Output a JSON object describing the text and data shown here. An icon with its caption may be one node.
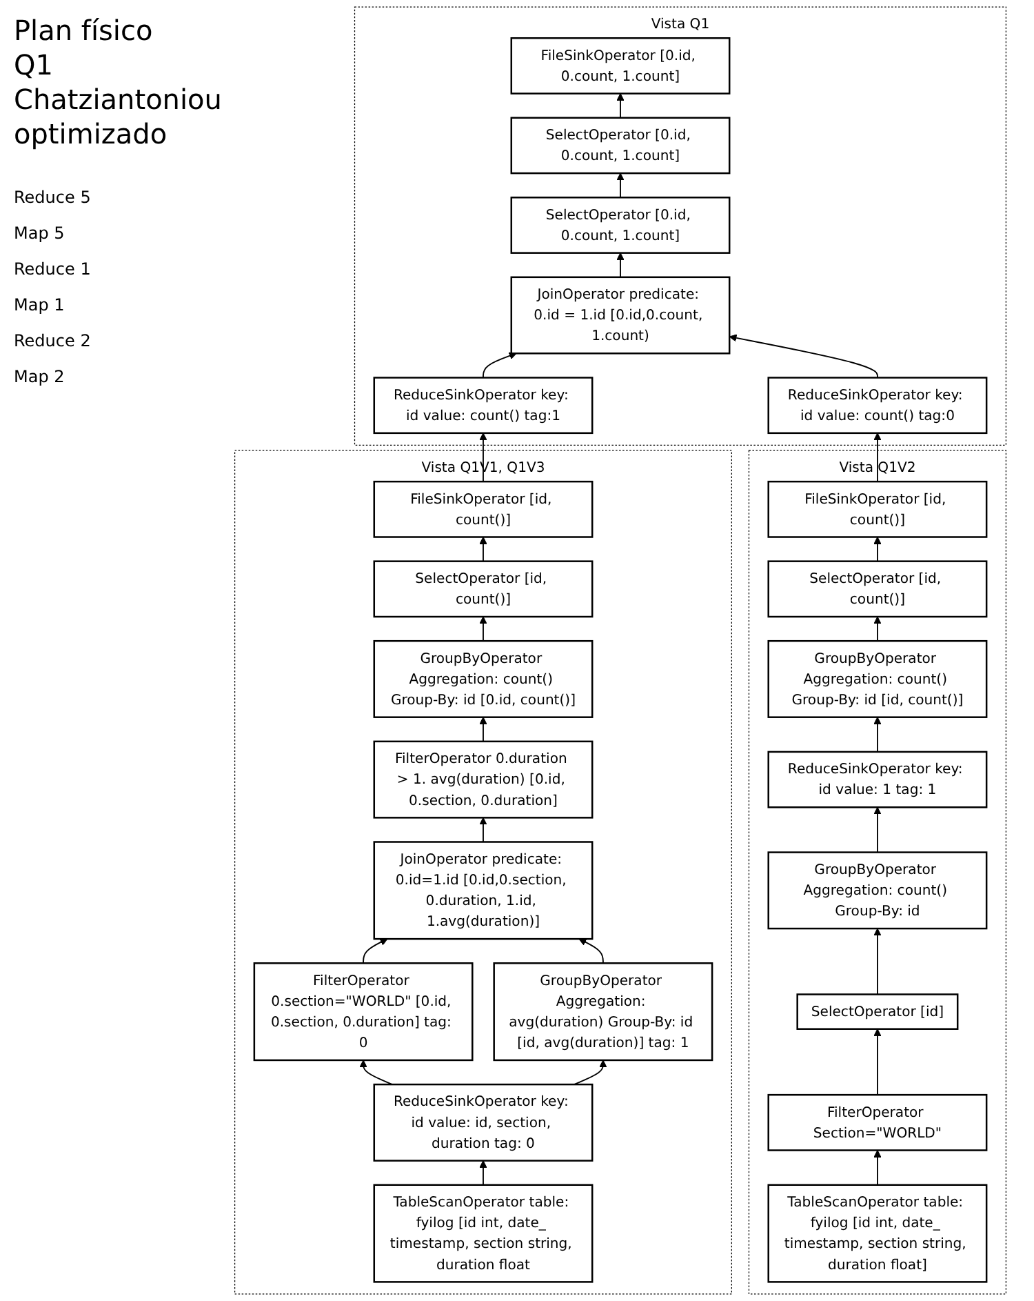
{
  "diagram": {
    "title": "Plan físico Q1 Chatziantoniou optimizado",
    "nodes": [
      {
        "text": [
          "Vista Q1"
        ]
      },
      {
        "text": [
          "FileSinkOperator [0.id, 0.count, 1.count]"
        ],
        "in": 0
      },
      {
        "text": [
          "SelectOperator [0.id, 0.count, 1.count]"
        ],
        "in": 0
      },
      {
        "text": [
          "SelectOperator [0.id, 0.count, 1.count]"
        ],
        "in": 0
      },
      {
        "text": [
          "JoinOperator predicate: 0.id = 1.id [0.id,0.count, 1.count)"
        ],
        "in": 0
      },
      {
        "text": [
          "ReduceSinkOperator key: id value: count() tag:1"
        ],
        "in": 0
      },
      {
        "text": [
          "ReduceSinkOperator key: id value: count() tag:0"
        ],
        "in": 0
      },
      {
        "text": [
          "Vista Q1V1, Q1V3"
        ]
      },
      {
        "text": [
          "FileSinkOperator [id, count()]"
        ],
        "in": 7
      },
      {
        "text": [
          "SelectOperator [id, count()]"
        ],
        "in": 7
      },
      {
        "text": [
          "GroupByOperator Aggregation: count() Group-By: id [0.id, count()]"
        ],
        "in": 7
      },
      {
        "text": [
          "FilterOperator 0.duration > 1. avg(duration) [0.id, 0.section, 0.duration]"
        ],
        "in": 7
      },
      {
        "text": [
          "JoinOperator predicate: 0.id=1.id [0.id,0.section, 0.duration, 1.id, 1.avg(duration)]"
        ],
        "in": 7
      },
      {
        "text": [
          "FilterOperator 0.section=\"WORLD\" [0.id, 0.section, 0.duration] tag: 0"
        ],
        "in": 7
      },
      {
        "text": [
          "GroupByOperator Aggregation: avg(duration) Group-By: id [id, avg(duration)] tag: 1"
        ],
        "in": 7
      },
      {
        "text": [
          "ReduceSinkOperator key: id value: id, section, duration tag: 0"
        ],
        "in": 7
      },
      {
        "text": [
          "TableScanOperator table: fyilog [id int, date_ timestamp, section string, duration float"
        ],
        "in": 7
      },
      {
        "text": [
          "Vista Q1V2"
        ]
      },
      {
        "text": [
          "FileSinkOperator [id, count()]"
        ],
        "in": 17
      },
      {
        "text": [
          "SelectOperator [id, count()]"
        ],
        "in": 17
      },
      {
        "text": [
          "GroupByOperator Aggregation: count() Group-By: id [id, count()]"
        ],
        "in": 17
      },
      {
        "text": [
          "ReduceSinkOperator key: id value: 1 tag: 1"
        ],
        "in": 17
      },
      {
        "text": [
          "GroupByOperator Aggregation: count() Group-By: id"
        ],
        "in": 17
      },
      {
        "text": [
          "SelectOperator [id]"
        ],
        "in": 17
      },
      {
        "text": [
          "FilterOperator Section=\"WORLD\""
        ],
        "in": 17
      },
      {
        "text": [
          "TableScanOperator table: fyilog [id int, date_ timestamp, section string, duration float]"
        ],
        "in": 17
      }
    ],
    "edges": [
      {
        "from": 2,
        "to": 1,
        "arrow": "to"
      },
      {
        "from": 3,
        "to": 2,
        "arrow": "to"
      },
      {
        "from": 4,
        "to": 3,
        "arrow": "to"
      },
      {
        "from": 5,
        "to": 4,
        "arrow": "to"
      },
      {
        "from": 6,
        "to": 4,
        "arrow": "to"
      },
      {
        "from": 8,
        "to": 5,
        "arrow": "to"
      },
      {
        "from": 18,
        "to": 6,
        "arrow": "to"
      },
      {
        "from": 9,
        "to": 8,
        "arrow": "to"
      },
      {
        "from": 10,
        "to": 9,
        "arrow": "to"
      },
      {
        "from": 11,
        "to": 10,
        "arrow": "to"
      },
      {
        "from": 12,
        "to": 11,
        "arrow": "to"
      },
      {
        "from": 13,
        "to": 12,
        "arrow": "to"
      },
      {
        "from": 14,
        "to": 12,
        "arrow": "to"
      },
      {
        "from": 15,
        "to": 13,
        "arrow": "to"
      },
      {
        "from": 15,
        "to": 14,
        "arrow": "to"
      },
      {
        "from": 16,
        "to": 15,
        "arrow": "to"
      },
      {
        "from": 19,
        "to": 18,
        "arrow": "to"
      },
      {
        "from": 20,
        "to": 19,
        "arrow": "to"
      },
      {
        "from": 21,
        "to": 20,
        "arrow": "to"
      },
      {
        "from": 22,
        "to": 21,
        "arrow": "to"
      },
      {
        "from": 23,
        "to": 22,
        "arrow": "to"
      },
      {
        "from": 24,
        "to": 23,
        "arrow": "to"
      },
      {
        "from": 25,
        "to": 24,
        "arrow": "to"
      }
    ],
    "labels": [
      "Reduce 5",
      "Map 5",
      "Reduce 1",
      "Map 1",
      "Reduce 2",
      "Map 2"
    ]
  }
}
